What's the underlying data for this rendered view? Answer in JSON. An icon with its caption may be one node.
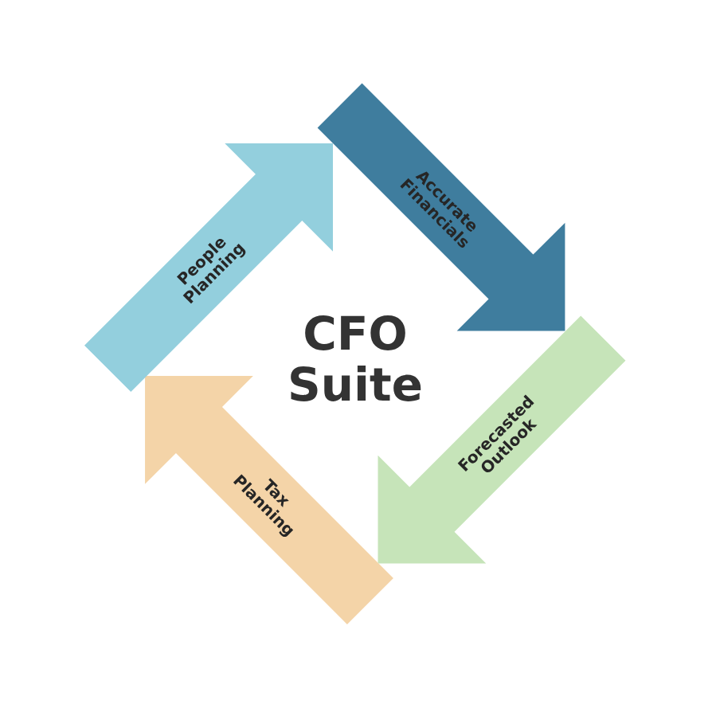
{
  "diagram": {
    "nodes": [
      {
        "text": [
          "Accurate Financials"
        ]
      },
      {
        "text": [
          "Forecasted Outlook"
        ]
      },
      {
        "text": [
          "Tax Planning"
        ]
      },
      {
        "text": [
          "People Planning"
        ]
      }
    ],
    "labels": [
      "CFO Suite"
    ]
  }
}
